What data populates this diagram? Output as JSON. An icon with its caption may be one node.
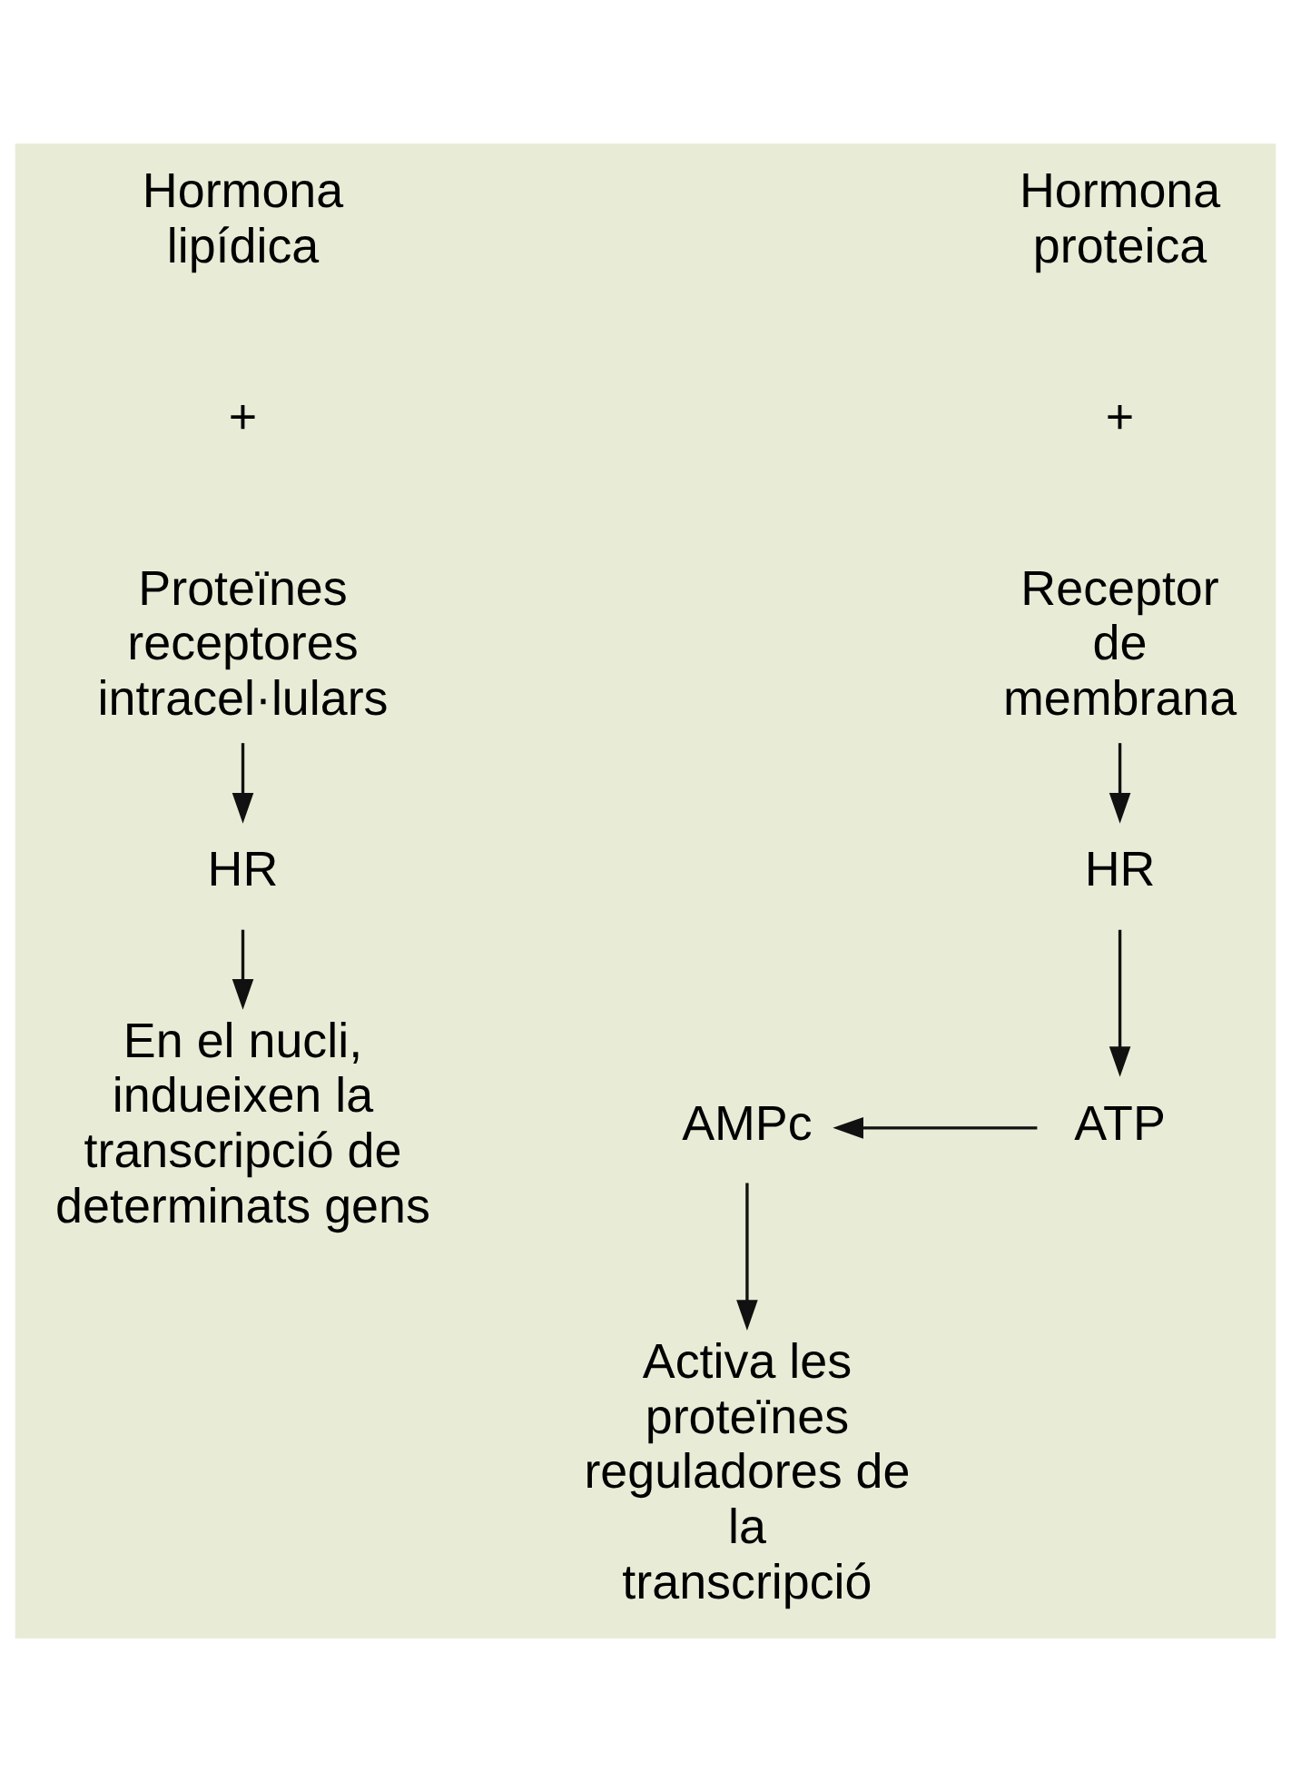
{
  "diagram": {
    "nodes": [
      {
        "text": [
          "Hormona lipídica"
        ]
      },
      {
        "text": [
          "Proteïnes receptores intracel·lulars"
        ]
      },
      {
        "text": [
          "HR"
        ]
      },
      {
        "text": [
          "En el nucli, indueixen la transcripció de determinats gens"
        ]
      },
      {
        "text": [
          "Hormona proteica"
        ]
      },
      {
        "text": [
          "Receptor de membrana"
        ]
      },
      {
        "text": [
          "HR"
        ]
      },
      {
        "text": [
          "ATP"
        ]
      },
      {
        "text": [
          "AMPc"
        ]
      },
      {
        "text": [
          "Activa les proteïnes reguladores de la transcripció"
        ]
      }
    ],
    "edges": [
      {
        "from": 1,
        "to": 2,
        "arrow": "to"
      },
      {
        "from": 2,
        "to": 3,
        "arrow": "to"
      },
      {
        "from": 5,
        "to": 6,
        "arrow": "to"
      },
      {
        "from": 6,
        "to": 7,
        "arrow": "to"
      },
      {
        "from": 7,
        "to": 8,
        "arrow": "to"
      },
      {
        "from": 8,
        "to": 9,
        "arrow": "to"
      }
    ],
    "labels": [
      "+",
      "+"
    ]
  }
}
